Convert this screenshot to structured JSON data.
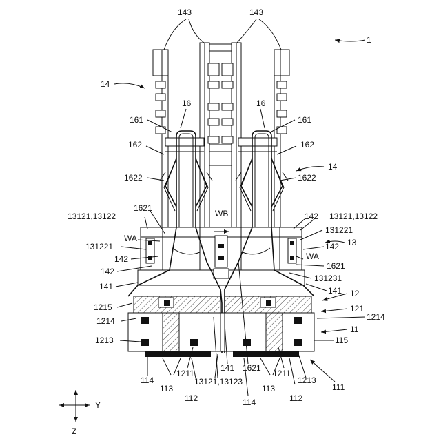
{
  "figure": {
    "number": "1",
    "axes": {
      "horizontal": "Y",
      "vertical": "Z"
    },
    "labels": {
      "l143a": "143",
      "l143b": "143",
      "l1": "1",
      "l14a": "14",
      "l16a": "16",
      "l16b": "16",
      "l161a": "161",
      "l161b": "161",
      "l162a": "162",
      "l162b": "162",
      "l14b": "14",
      "l1622a": "1622",
      "l1622b": "1622",
      "l1621a": "1621",
      "lwb": "WB",
      "l13121a": "13121,13122",
      "l142a": "142",
      "l13121b": "13121,13122",
      "l131221a": "131221",
      "lwa1": "WA",
      "l131221b": "131221",
      "l142b": "142",
      "l13": "13",
      "l142c": "142",
      "lwa2": "WA",
      "l142d": "142",
      "l1621b": "1621",
      "l131231": "131231",
      "l141a": "141",
      "l141b": "141",
      "l12": "12",
      "l1215": "1215",
      "l121": "121",
      "l1214a": "1214",
      "l1214b": "1214",
      "l11": "11",
      "l1213a": "1213",
      "l115": "115",
      "l141c": "141",
      "l1621c": "1621",
      "l114a": "114",
      "l113a": "113",
      "l1211a": "1211",
      "l13121c": "13121,13123",
      "l1211b": "1211",
      "l113b": "113",
      "l1213b": "1213",
      "l111": "111",
      "l112a": "112",
      "l114b": "114",
      "l112b": "112"
    }
  }
}
